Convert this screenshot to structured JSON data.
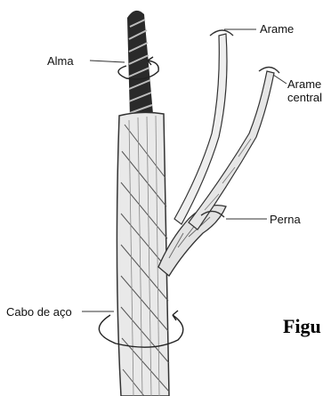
{
  "labels": {
    "alma": "Alma",
    "arame": "Arame",
    "arame_central_line1": "Arame",
    "arame_central_line2": "central",
    "perna": "Perna",
    "cabo_de_aco": "Cabo de aço"
  },
  "caption": "Figu",
  "colors": {
    "ink": "#111111",
    "strand_fill": "#e9e9e9",
    "core_dark": "#2a2a2a",
    "shading": "#777777"
  }
}
